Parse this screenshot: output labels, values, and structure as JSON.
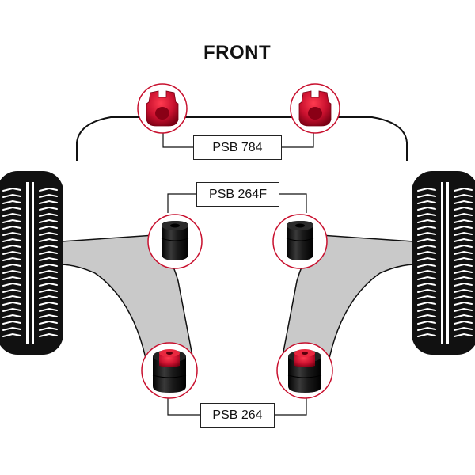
{
  "title": "FRONT",
  "parts": {
    "sway_bar": {
      "code": "PSB 784"
    },
    "arm_front": {
      "code": "PSB 264F"
    },
    "arm_rear": {
      "code": "PSB 264"
    }
  },
  "colors": {
    "callout_ring": "#c8102e",
    "bush_red": "#c8102e",
    "bush_black": "#1c1c1c",
    "arm_fill": "#c9c9c9",
    "tyre": "#111111"
  }
}
